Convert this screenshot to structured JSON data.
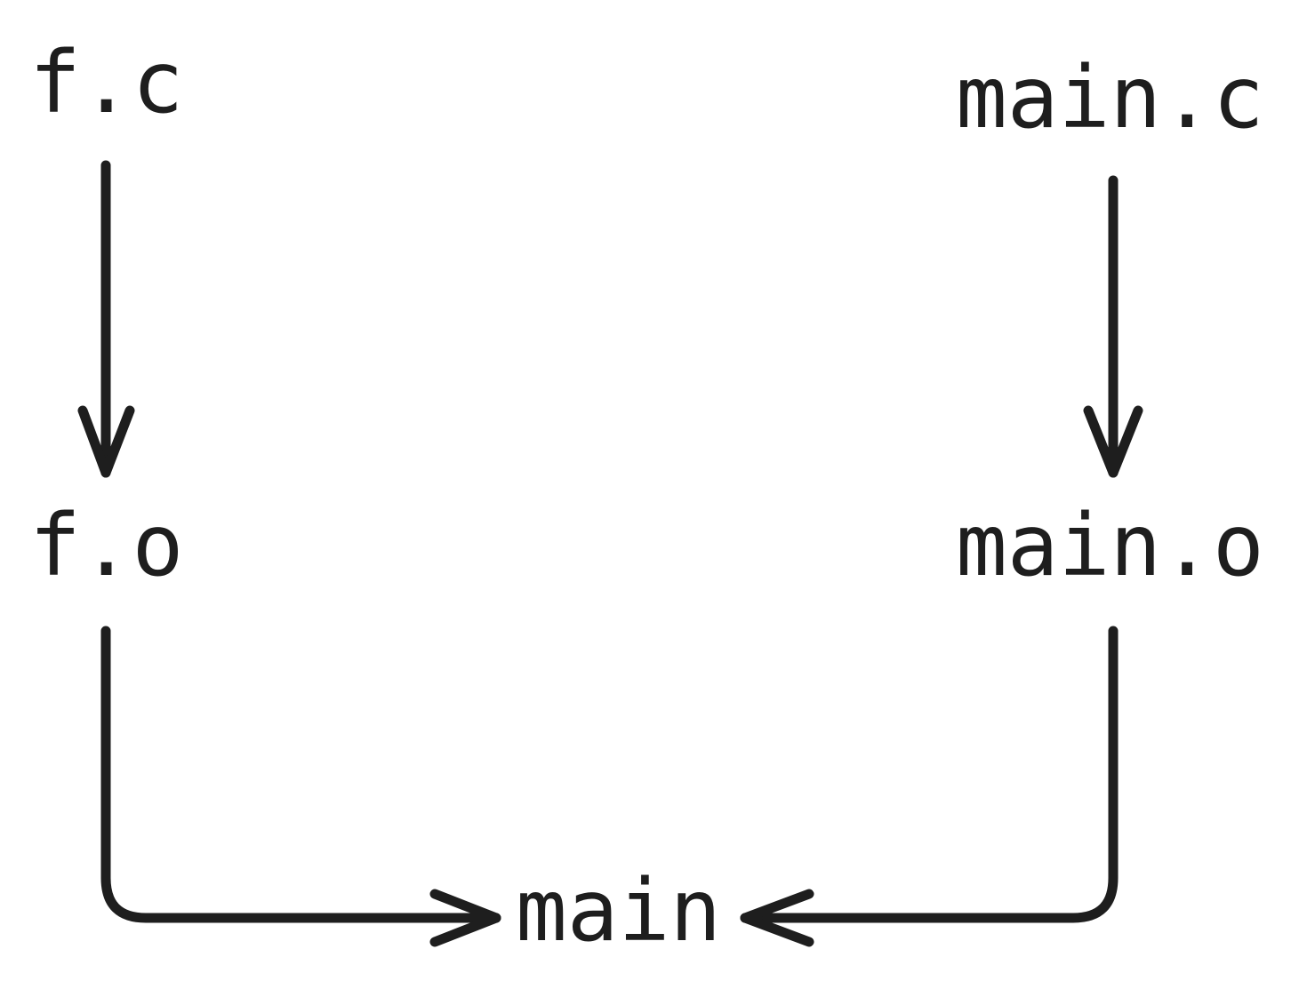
{
  "diagram": {
    "stroke_color": "#1e1e1e",
    "background_color": "#ffffff",
    "nodes": {
      "f_c": "f.c",
      "main_c": "main.c",
      "f_o": "f.o",
      "main_o": "main.o",
      "main": "main"
    },
    "edges": [
      {
        "from": "f.c",
        "to": "f.o"
      },
      {
        "from": "main.c",
        "to": "main.o"
      },
      {
        "from": "f.o",
        "to": "main"
      },
      {
        "from": "main.o",
        "to": "main"
      }
    ]
  }
}
